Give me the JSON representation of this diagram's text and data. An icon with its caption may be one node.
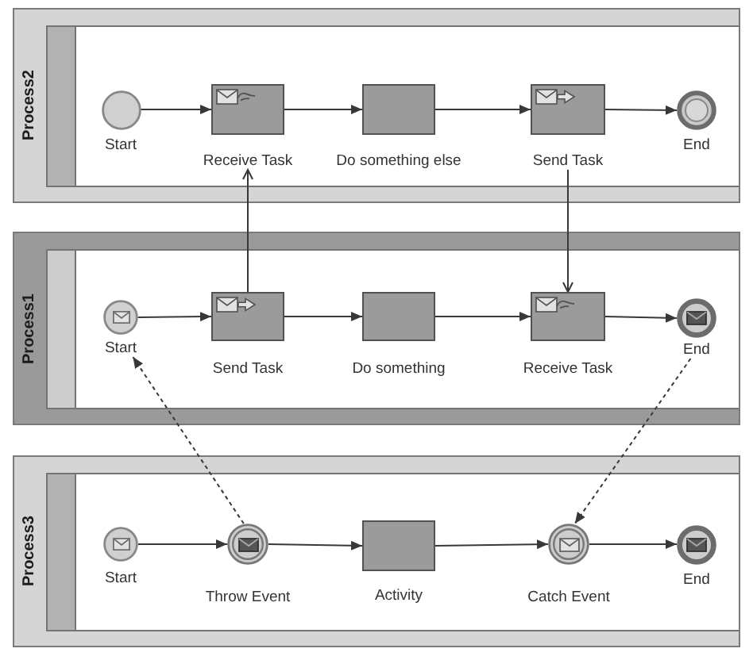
{
  "diagram": {
    "nodes": [
      {
        "text": [
          "Process2"
        ]
      },
      {
        "text": [
          "Start"
        ],
        "in": 0
      },
      {
        "text": [
          "Receive Task"
        ],
        "in": 0
      },
      {
        "text": [
          "Do something else"
        ],
        "in": 0
      },
      {
        "text": [
          "Send Task"
        ],
        "in": 0
      },
      {
        "text": [
          "End"
        ],
        "in": 0
      },
      {
        "text": [
          "Process1"
        ]
      },
      {
        "text": [
          "Start"
        ],
        "in": 6
      },
      {
        "text": [
          "Send Task"
        ],
        "in": 6
      },
      {
        "text": [
          "Do something"
        ],
        "in": 6
      },
      {
        "text": [
          "Receive Task"
        ],
        "in": 6
      },
      {
        "text": [
          "End"
        ],
        "in": 6
      },
      {
        "text": [
          "Process3"
        ]
      },
      {
        "text": [
          "Start"
        ],
        "in": 12
      },
      {
        "text": [
          "Throw Event"
        ],
        "in": 12
      },
      {
        "text": [
          "Activity"
        ],
        "in": 12
      },
      {
        "text": [
          "Catch Event"
        ],
        "in": 12
      },
      {
        "text": [
          "End"
        ],
        "in": 12
      }
    ],
    "edges": [
      {
        "from": 1,
        "to": 2,
        "arrow": "to"
      },
      {
        "from": 2,
        "to": 3,
        "arrow": "to"
      },
      {
        "from": 3,
        "to": 4,
        "arrow": "to"
      },
      {
        "from": 4,
        "to": 5,
        "arrow": "to"
      },
      {
        "from": 7,
        "to": 8,
        "arrow": "to"
      },
      {
        "from": 8,
        "to": 9,
        "arrow": "to"
      },
      {
        "from": 9,
        "to": 10,
        "arrow": "to"
      },
      {
        "from": 10,
        "to": 11,
        "arrow": "to"
      },
      {
        "from": 13,
        "to": 14,
        "arrow": "to"
      },
      {
        "from": 14,
        "to": 15,
        "arrow": "to"
      },
      {
        "from": 15,
        "to": 16,
        "arrow": "to"
      },
      {
        "from": 16,
        "to": 17,
        "arrow": "to"
      },
      {
        "from": 8,
        "to": 2,
        "arrow": "to"
      },
      {
        "from": 4,
        "to": 10,
        "arrow": "to"
      },
      {
        "from": 14,
        "to": 7,
        "arrow": "to",
        "style": "dashed"
      },
      {
        "from": 11,
        "to": 16,
        "arrow": "to",
        "style": "dashed"
      }
    ]
  }
}
